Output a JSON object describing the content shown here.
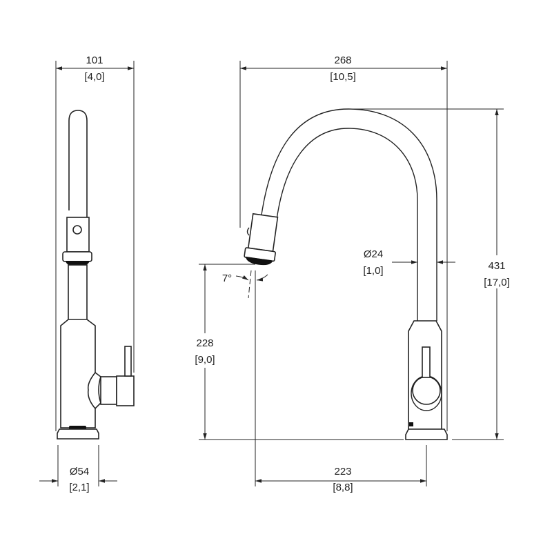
{
  "side_view": {
    "width": {
      "mm": "101",
      "in": "[4,0]"
    },
    "base_diameter": {
      "mm": "Ø54",
      "in": "[2,1]"
    }
  },
  "front_view": {
    "reach": {
      "mm": "268",
      "in": "[10,5]"
    },
    "height": {
      "mm": "431",
      "in": "[17,0]"
    },
    "spout_height": {
      "mm": "228",
      "in": "[9,0]"
    },
    "pipe_diameter": {
      "mm": "Ø24",
      "in": "[1,0]"
    },
    "spout_projection": {
      "mm": "223",
      "in": "[8,8]"
    },
    "spray_angle": "7°"
  },
  "colors": {
    "line": "#222222",
    "angle_text": "#222222"
  }
}
